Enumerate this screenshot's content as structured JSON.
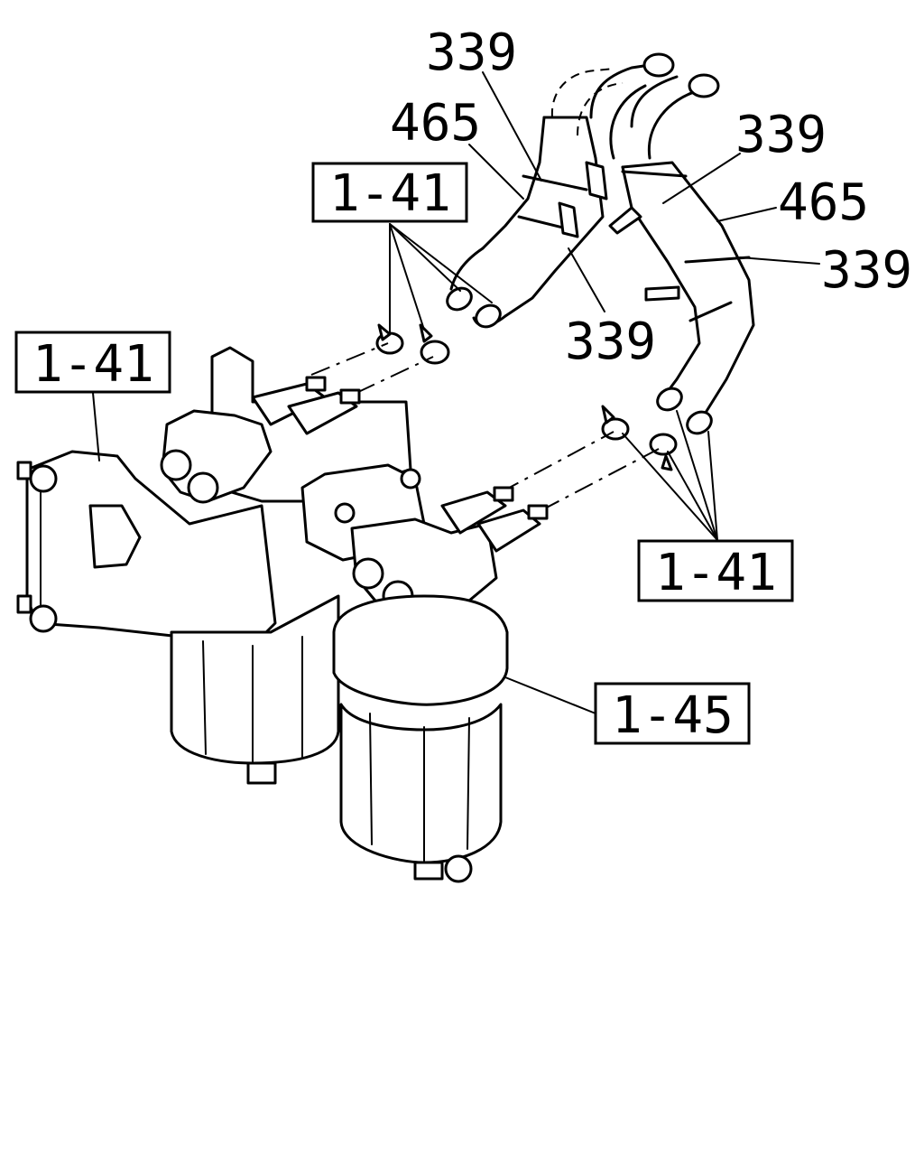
{
  "callouts": {
    "hose_upper_top": "339",
    "protector_left": "465",
    "clip_right_upper": "339",
    "protector_right": "465",
    "clip_right_lower": "339",
    "clip_center": "339"
  },
  "references": {
    "fuel_lines_upper": "1-41",
    "bracket": "1-41",
    "fuel_lines_lower": "1-41",
    "filter_assembly": "1-45"
  }
}
